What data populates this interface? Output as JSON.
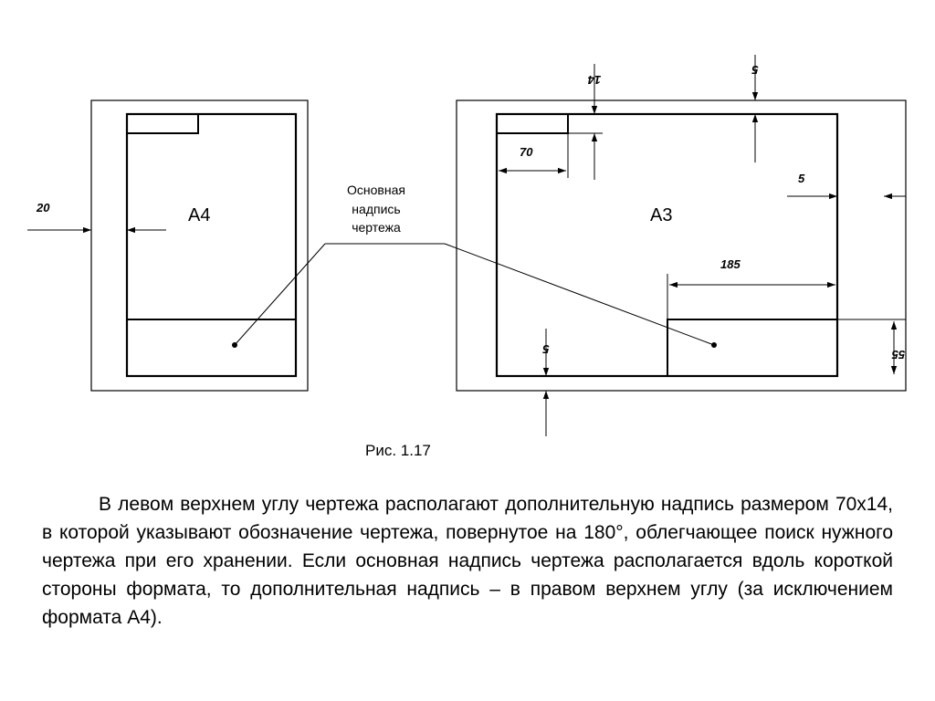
{
  "figure": {
    "formats": {
      "a4": "A4",
      "a3": "A3"
    },
    "callout": [
      "Основная",
      "надпись",
      "чертежа"
    ],
    "dims": {
      "a4_left": "20",
      "a3_add_height": "14",
      "a3_top": "5",
      "a3_add_width": "70",
      "a3_right": "5",
      "a3_title_width": "185",
      "a3_title_height": "55",
      "a3_bottom": "5"
    },
    "caption": "Рис. 1.17"
  },
  "text": {
    "paragraph": "В левом верхнем углу чертежа располагают дополнительную надпись размером 70х14, в которой указывают обозначение чертежа, повернутое на 180°, облегчающее поиск нужного чертежа при его хранении. Если основная надпись чертежа располагается вдоль короткой стороны формата, то дополнительная надпись – в правом верхнем углу (за исключением формата А4)."
  }
}
